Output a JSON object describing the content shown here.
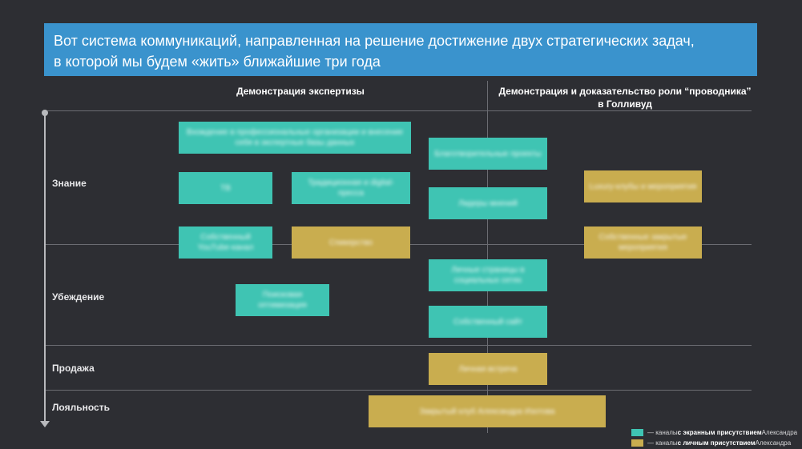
{
  "title": {
    "line1": "Вот система коммуникаций, направленная на решение достижение двух стратегических задач,",
    "line2": "в которой мы будем «жить» ближайшие три года"
  },
  "columns": {
    "left": "Демонстрация экспертизы",
    "right_line1": "Демонстрация и доказательство роли “проводника”",
    "right_line2": "в Голливуд"
  },
  "rows": {
    "knowledge": "Знание",
    "persuasion": "Убеждение",
    "sale": "Продажа",
    "loyalty": "Лояльность"
  },
  "boxes": {
    "prof_orgs": "Вхождение в профессиональные организации и внесение себя в экспертные базы данных",
    "tv": "ТВ",
    "press": "Традиционная и digital-пресса",
    "youtube": "Собственный YouTube-канал",
    "speaking": "Спикерство",
    "seo": "Поисковая оптимизация",
    "charity": "Благотворительные проекты",
    "opinion_leaders": "Лидеры мнений",
    "social_pages": "Личные страницы в социальных сетях",
    "own_site": "Собственный сайт",
    "personal_meeting": "Личная встреча",
    "closed_club": "Закрытый клуб Александра Изотова",
    "luxury_clubs": "Luxury-клубы и мероприятия",
    "closed_events": "Собственные закрытые мероприятия"
  },
  "legend": {
    "teal_prefix": "— каналы ",
    "teal_bold": "с экранным присутствием",
    "teal_suffix": " Александра",
    "gold_prefix": "— каналы ",
    "gold_bold": "с личным присутствием",
    "gold_suffix": " Александра"
  },
  "colors": {
    "background": "#2d2e33",
    "title_bg": "#3a93cd",
    "teal": "#3fc4b3",
    "gold": "#c9ad4f"
  }
}
